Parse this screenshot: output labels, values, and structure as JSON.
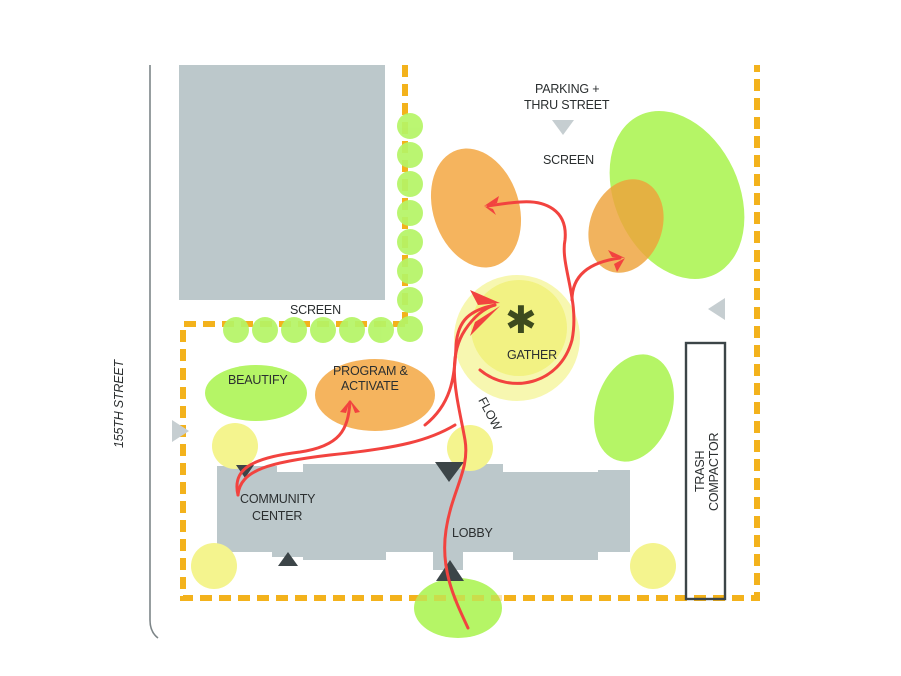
{
  "diagram": {
    "title": "Site circulation concept diagram",
    "colors": {
      "building": "#bcc8cb",
      "boundary": "#f3b21c",
      "greenery": "#b5f566",
      "yellow_zone": "#f4f48e",
      "yellow_zone_light": "#f7f7b8",
      "program_zone": "#f5b45e",
      "flow_arrow": "#f2433f",
      "entry_marker": "#3c4548",
      "access_marker": "#c6ced1",
      "street_line": "#7d8588",
      "gather_symbol": "#3d4a1e"
    },
    "labels": {
      "street": "155TH STREET",
      "parking": "PARKING +",
      "thru_street": "THRU STREET",
      "screen_top": "SCREEN",
      "screen_left": "SCREEN",
      "gather": "GATHER",
      "gather_symbol": "✱",
      "beautify": "BEAUTIFY",
      "program_line1": "PROGRAM &",
      "program_line2": "ACTIVATE",
      "flow": "FLOW",
      "community_line1": "COMMUNITY",
      "community_line2": "CENTER",
      "lobby": "LOBBY",
      "trash_line1": "TRASH",
      "trash_line2": "COMPACTOR"
    },
    "zones": [
      {
        "name": "beautify",
        "type": "greenery"
      },
      {
        "name": "program-activate",
        "type": "program"
      },
      {
        "name": "gather",
        "type": "plaza"
      },
      {
        "name": "upper-left-program",
        "type": "program"
      },
      {
        "name": "upper-right-program",
        "type": "program"
      },
      {
        "name": "trash-compactor",
        "type": "service"
      }
    ],
    "icons": {
      "entry_marker": "triangle-icon",
      "access_marker": "triangle-icon",
      "gather_marker": "asterisk-icon"
    }
  }
}
